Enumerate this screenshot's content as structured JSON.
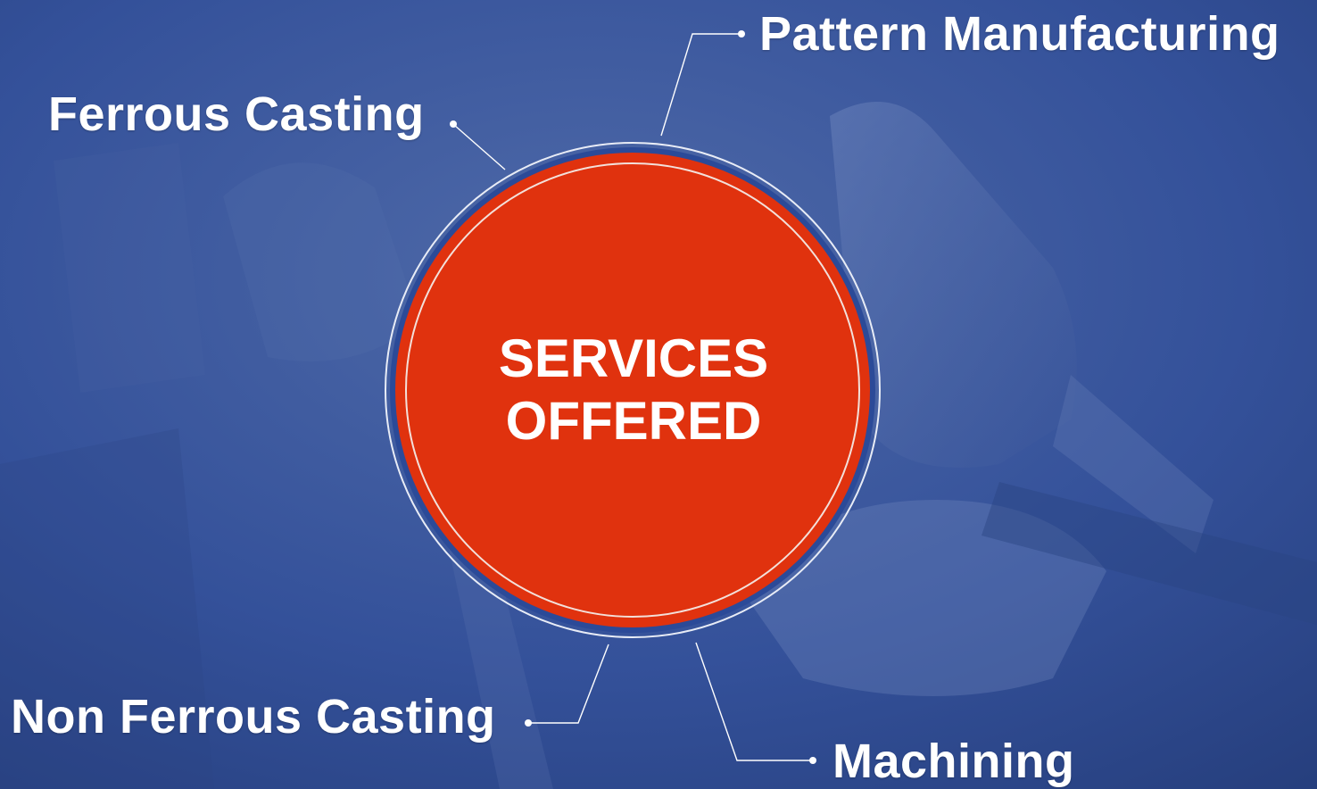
{
  "center": {
    "line1": "SERVICES",
    "line2": "OFFERED"
  },
  "services": {
    "pattern": "Pattern Manufacturing",
    "ferrous": "Ferrous Casting",
    "non_ferrous": "Non Ferrous Casting",
    "machining": "Machining"
  },
  "colors": {
    "background": "#2f4c8f",
    "circle_fill": "#e0320e",
    "circle_ring": "#2b4a98",
    "text": "#ffffff"
  }
}
